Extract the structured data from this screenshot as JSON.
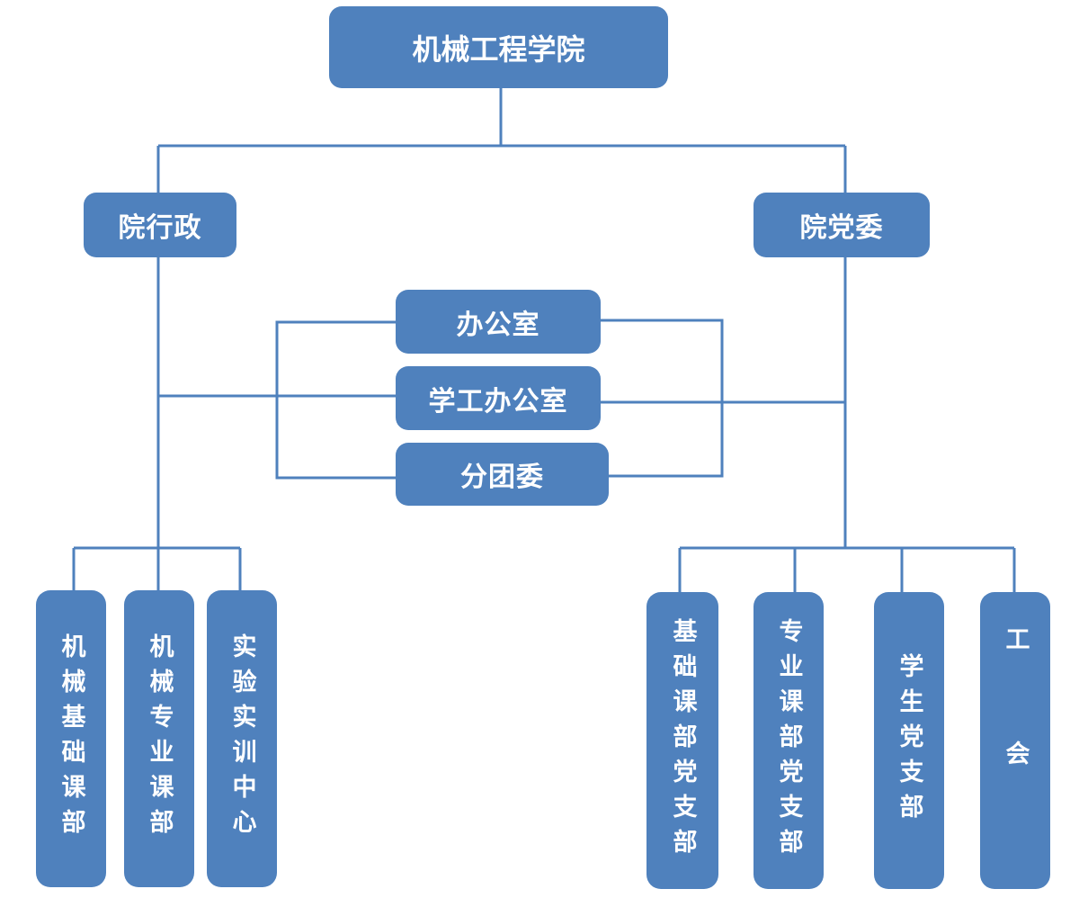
{
  "root": {
    "label": "机械工程学院"
  },
  "branches": {
    "admin": {
      "label": "院行政"
    },
    "party": {
      "label": "院党委"
    }
  },
  "shared_offices": [
    {
      "id": "office",
      "label": "办公室"
    },
    {
      "id": "student-affairs",
      "label": "学工办公室"
    },
    {
      "id": "youth-league",
      "label": "分团委"
    }
  ],
  "admin_units": [
    {
      "id": "mech-basic",
      "label": "机械基础课部"
    },
    {
      "id": "mech-major",
      "label": "机械专业课部"
    },
    {
      "id": "training-center",
      "label": "实验实训中心"
    }
  ],
  "party_units": [
    {
      "id": "basic-branch",
      "label": "基础课部党支部"
    },
    {
      "id": "major-branch",
      "label": "专业课部党支部"
    },
    {
      "id": "student-branch",
      "label": "学生党支部"
    },
    {
      "id": "union",
      "label": "工会"
    }
  ],
  "colors": {
    "node_fill": "#4f81bd",
    "connector": "#4f81bd",
    "text": "#ffffff"
  }
}
